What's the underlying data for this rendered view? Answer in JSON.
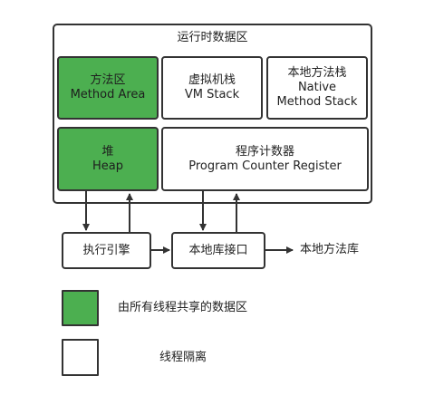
{
  "runtime_area": {
    "title": "运行时数据区",
    "method_area": {
      "line1": "方法区",
      "line2": "Method Area"
    },
    "vm_stack": {
      "line1": "虚拟机栈",
      "line2": "VM Stack"
    },
    "native_stack": {
      "line1": "本地方法栈",
      "line2": "Native",
      "line3": "Method Stack"
    },
    "heap": {
      "line1": "堆",
      "line2": "Heap"
    },
    "pc_register": {
      "line1": "程序计数器",
      "line2": "Program Counter Register"
    }
  },
  "execution_engine": "执行引擎",
  "native_interface": "本地库接口",
  "native_library": "本地方法库",
  "legend": {
    "shared_label": "由所有线程共享的数据区",
    "isolated_label": "线程隔离"
  },
  "colors": {
    "shared": "#4caf50",
    "border": "#333333"
  }
}
